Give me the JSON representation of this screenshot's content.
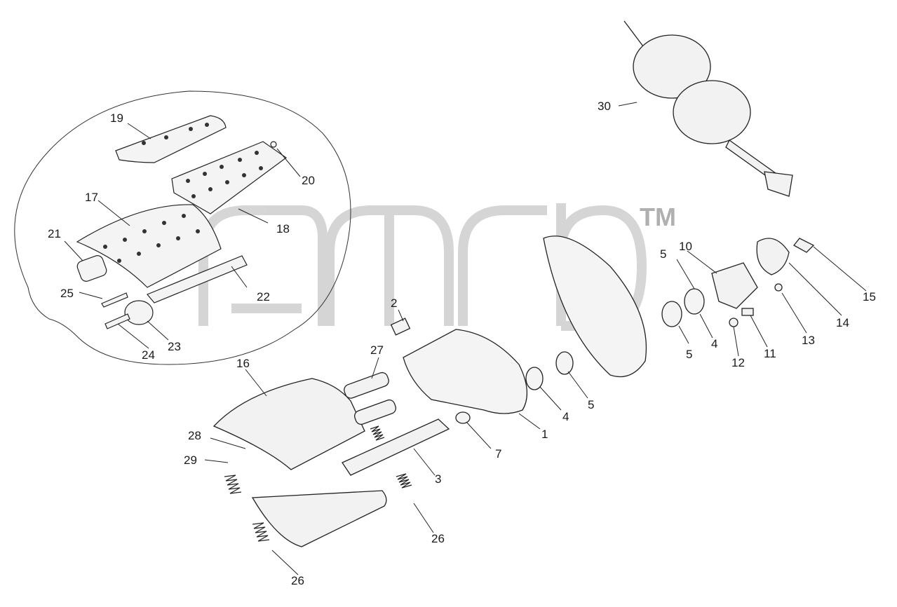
{
  "watermark": {
    "tm": "TM"
  },
  "callouts": [
    {
      "id": "c1",
      "label": "1"
    },
    {
      "id": "c2",
      "label": "2"
    },
    {
      "id": "c3",
      "label": "3"
    },
    {
      "id": "c4a",
      "label": "4"
    },
    {
      "id": "c4b",
      "label": "4"
    },
    {
      "id": "c5a",
      "label": "5"
    },
    {
      "id": "c5b",
      "label": "5"
    },
    {
      "id": "c5c",
      "label": "5"
    },
    {
      "id": "c7",
      "label": "7"
    },
    {
      "id": "c10",
      "label": "10"
    },
    {
      "id": "c11",
      "label": "11"
    },
    {
      "id": "c12",
      "label": "12"
    },
    {
      "id": "c13",
      "label": "13"
    },
    {
      "id": "c14",
      "label": "14"
    },
    {
      "id": "c15",
      "label": "15"
    },
    {
      "id": "c16",
      "label": "16"
    },
    {
      "id": "c17",
      "label": "17"
    },
    {
      "id": "c18",
      "label": "18"
    },
    {
      "id": "c19",
      "label": "19"
    },
    {
      "id": "c20",
      "label": "20"
    },
    {
      "id": "c21",
      "label": "21"
    },
    {
      "id": "c22",
      "label": "22"
    },
    {
      "id": "c23",
      "label": "23"
    },
    {
      "id": "c24",
      "label": "24"
    },
    {
      "id": "c25",
      "label": "25"
    },
    {
      "id": "c26a",
      "label": "26"
    },
    {
      "id": "c26b",
      "label": "26"
    },
    {
      "id": "c27",
      "label": "27"
    },
    {
      "id": "c28",
      "label": "28"
    },
    {
      "id": "c29",
      "label": "29"
    },
    {
      "id": "c30",
      "label": "30"
    }
  ]
}
